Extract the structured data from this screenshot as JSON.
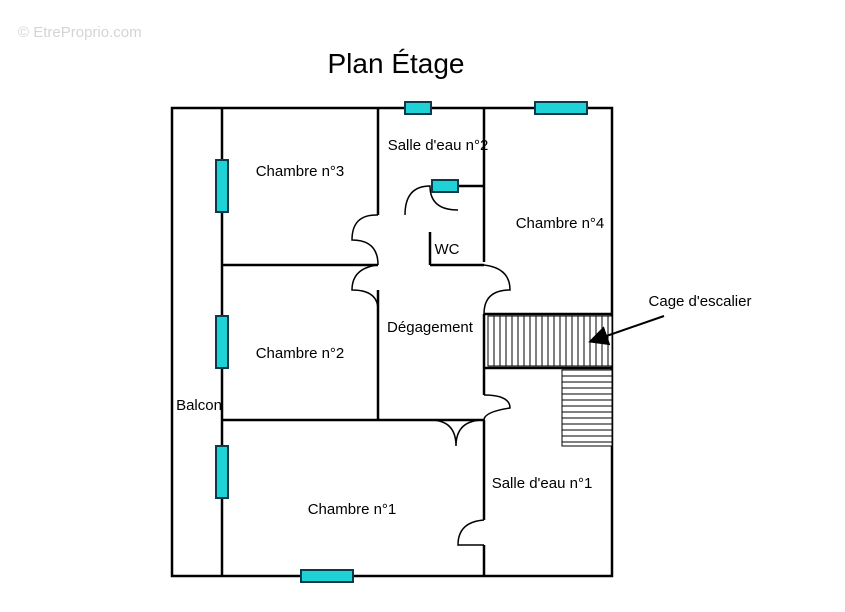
{
  "watermark": "© EtreProprio.com",
  "title": "Plan Étage",
  "rooms": {
    "chambre3": "Chambre n°3",
    "salle_eau2": "Salle d'eau n°2",
    "chambre4": "Chambre n°4",
    "wc": "WC",
    "degagement": "Dégagement",
    "chambre2": "Chambre n°2",
    "balcon": "Balcon",
    "chambre1": "Chambre n°1",
    "salle_eau1": "Salle d'eau n°1"
  },
  "callout": "Cage d'escalier",
  "colors": {
    "window": "#1fd2d6",
    "wall": "#000000"
  }
}
